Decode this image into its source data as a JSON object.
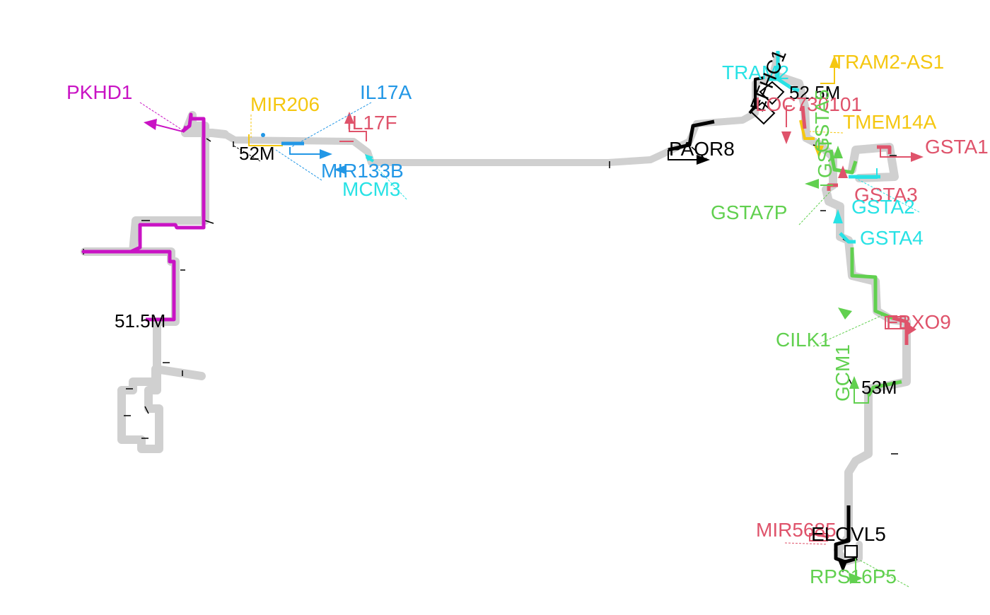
{
  "colors": {
    "magenta": "#c913c4",
    "blue": "#2297e6",
    "cyan": "#28e2e5",
    "gold": "#f5c710",
    "red": "#df536b",
    "green": "#61d04f",
    "black": "#000000",
    "track": "#d0d0d0"
  },
  "position_ticks": [
    "51.5M",
    "52M",
    "52.5M",
    "53M"
  ],
  "genes": {
    "pkhd1": "PKHD1",
    "mir206": "MIR206",
    "il17a": "IL17A",
    "il17f": "IL17F",
    "mir133b": "MIR133B",
    "mcm3": "MCM3",
    "paqr8": "PAQR8",
    "tram2": "TRAM2",
    "efhc1": "EFHC1",
    "tram2_as1": "TRAM2-AS1",
    "loc730101": "LOC730101",
    "tmem14a": "TMEM14A",
    "gsta5": "GSTA5",
    "gsta1": "GSTA1",
    "gsta_trunc": "GST",
    "gsta3": "GSTA3",
    "gsta7p": "GSTA7P",
    "gsta2": "GSTA2",
    "gsta4": "GSTA4",
    "fbxo9": "FBXO9",
    "cilk1": "CILK1",
    "gcm1": "GCM1",
    "mir5685": "MIR5685",
    "elovl5": "ELOVL5",
    "rps16p5": "RPS16P5"
  }
}
